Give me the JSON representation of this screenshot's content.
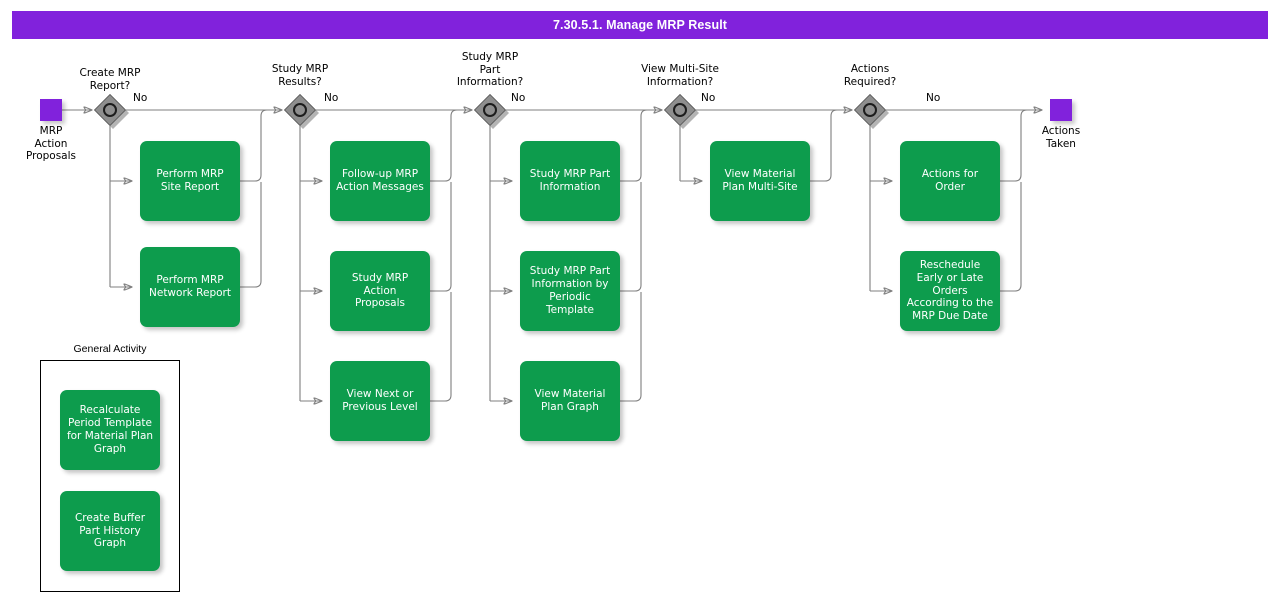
{
  "header": {
    "title": "7.30.5.1. Manage MRP Result",
    "bar_color": "#8122dc",
    "text_color": "#ffffff"
  },
  "theme": {
    "task_color": "#0d9c4d",
    "event_color": "#8122dc",
    "gateway_color": "#8e8e8e",
    "connector_color": "#7f7f7f"
  },
  "chart_data": {
    "type": "diagram",
    "title": "7.30.5.1. Manage MRP Result",
    "notation": "BPMN process flow",
    "start_event": "MRP Action Proposals",
    "end_event": "Actions Taken",
    "branch_label": "No",
    "lanes": [
      {
        "gateway": "Create MRP\nReport?",
        "tasks": [
          "Perform MRP\nSite Report",
          "Perform MRP\nNetwork Report"
        ]
      },
      {
        "gateway": "Study MRP\nResults?",
        "tasks": [
          "Follow-up MRP\nAction Messages",
          "Study MRP Action\nProposals",
          "View Next or\nPrevious Level"
        ]
      },
      {
        "gateway": "Study MRP\nPart\nInformation?",
        "tasks": [
          "Study MRP Part\nInformation",
          "Study MRP Part\nInformation by\nPeriodic\nTemplate",
          "View Material\nPlan Graph"
        ]
      },
      {
        "gateway": "View Multi-Site\nInformation?",
        "tasks": [
          "View Material\nPlan Multi-Site"
        ]
      },
      {
        "gateway": "Actions\nRequired?",
        "tasks": [
          "Actions for\nOrder",
          "Reschedule\nEarly or Late\nOrders\nAccording to the\nMRP Due Date"
        ]
      }
    ],
    "group": {
      "title": "General Activity",
      "tasks": [
        "Recalculate\nPeriod Template\nfor Material Plan\nGraph",
        "Create Buffer\nPart History\nGraph"
      ]
    }
  },
  "events": {
    "start": {
      "label": "MRP\nAction\nProposals"
    },
    "end": {
      "label": "Actions\nTaken"
    }
  },
  "gateways": {
    "g1": {
      "label": "Create MRP\nReport?",
      "no": "No"
    },
    "g2": {
      "label": "Study MRP\nResults?",
      "no": "No"
    },
    "g3": {
      "label": "Study MRP\nPart\nInformation?",
      "no": "No"
    },
    "g4": {
      "label": "View Multi-Site\nInformation?",
      "no": "No"
    },
    "g5": {
      "label": "Actions\nRequired?",
      "no": "No"
    }
  },
  "tasks": {
    "t1a": "Perform MRP\nSite Report",
    "t1b": "Perform MRP\nNetwork Report",
    "t2a": "Follow-up MRP\nAction Messages",
    "t2b": "Study MRP Action\nProposals",
    "t2c": "View Next or\nPrevious Level",
    "t3a": "Study MRP Part\nInformation",
    "t3b": "Study MRP Part\nInformation by\nPeriodic\nTemplate",
    "t3c": "View Material\nPlan Graph",
    "t4a": "View Material\nPlan Multi-Site",
    "t5a": "Actions for\nOrder",
    "t5b": "Reschedule\nEarly or Late\nOrders\nAccording to the\nMRP Due Date",
    "g1a": "Recalculate\nPeriod Template\nfor Material Plan\nGraph",
    "g1b": "Create Buffer\nPart History\nGraph"
  },
  "group": {
    "title": "General Activity"
  }
}
